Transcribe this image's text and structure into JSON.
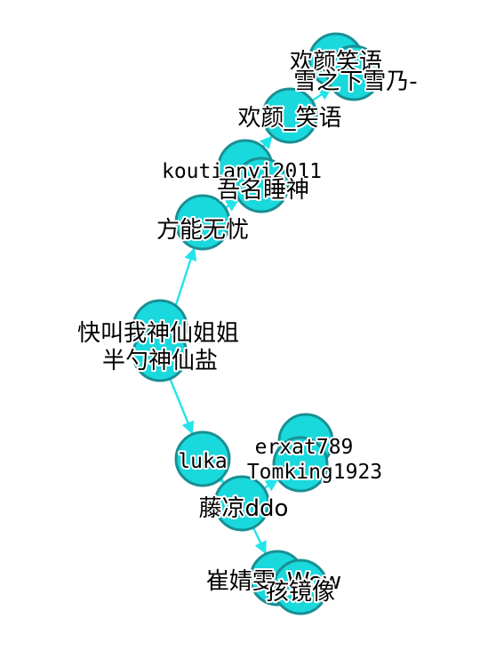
{
  "graph": {
    "node_color": "#19d9dd",
    "node_border": "#1a8f93",
    "edge_color": "#22e4ea",
    "nodes": [
      {
        "id": "n1",
        "label": "欢颜笑语"
      },
      {
        "id": "n2",
        "label": "雪之下雪乃-"
      },
      {
        "id": "n3",
        "label": "欢颜_笑语"
      },
      {
        "id": "n4",
        "label": "koutianyi2011"
      },
      {
        "id": "n5",
        "label": "吾名睡神"
      },
      {
        "id": "n6",
        "label": "方能无忧"
      },
      {
        "id": "n7",
        "label": "快叫我神仙姐姐"
      },
      {
        "id": "n8",
        "label": "半勺神仙盐"
      },
      {
        "id": "n9",
        "label": "luka"
      },
      {
        "id": "n10",
        "label": "erxat789"
      },
      {
        "id": "n11",
        "label": "Tomking1923"
      },
      {
        "id": "n12",
        "label": "藤凉ddo"
      },
      {
        "id": "n13",
        "label": "崔婧雯_Wow"
      },
      {
        "id": "n14",
        "label": "孩镜像"
      }
    ],
    "edges": [
      {
        "from": "n2",
        "to": "n1"
      },
      {
        "from": "n3",
        "to": "n2"
      },
      {
        "from": "n4",
        "to": "n3"
      },
      {
        "from": "n5",
        "to": "n4"
      },
      {
        "from": "n6",
        "to": "n5"
      },
      {
        "from": "n8",
        "to": "n6"
      },
      {
        "from": "n8",
        "to": "n9"
      },
      {
        "from": "n9",
        "to": "n12"
      },
      {
        "from": "n12",
        "to": "n11"
      },
      {
        "from": "n11",
        "to": "n10"
      },
      {
        "from": "n12",
        "to": "n13"
      },
      {
        "from": "n13",
        "to": "n14"
      }
    ]
  }
}
